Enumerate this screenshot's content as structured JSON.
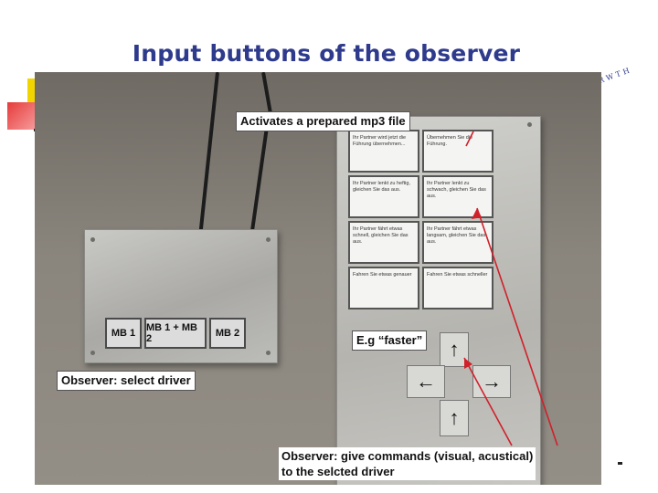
{
  "slide": {
    "title": "Input buttons of the observer",
    "logo_text": "RWTH"
  },
  "box_buttons": [
    {
      "label": "MB 1"
    },
    {
      "label": "MB 1 + MB 2"
    },
    {
      "label": "MB 2"
    }
  ],
  "panel_cells": [
    {
      "text": "Ihr Partner wird jetzt die Führung übernehmen..."
    },
    {
      "text": "Übernehmen Sie die Führung."
    },
    {
      "text": "Ihr Partner lenkt zu heftig, gleichen Sie das aus."
    },
    {
      "text": "Ihr Partner lenkt zu schwach, gleichen Sie das aus."
    },
    {
      "text": "Ihr Partner fährt etwas schnell, gleichen Sie das aus."
    },
    {
      "text": "Ihr Partner fährt etwas langsam, gleichen Sie das aus."
    },
    {
      "text": "Fahren Sie etwas genauer"
    },
    {
      "text": "Fahren Sie etwas schneller"
    }
  ],
  "arrows": {
    "up": "↑",
    "left": "←",
    "right": "→",
    "down": "↑"
  },
  "callouts": {
    "mp3": "Activates a prepared mp3 file",
    "faster": "E.g “faster”",
    "select_driver": "Observer: select driver",
    "commands_line1": "Observer: give commands (visual, acustical)",
    "commands_line2": "to the selcted driver"
  },
  "colors": {
    "title": "#2e3a8c",
    "pointer": "#d0202a"
  }
}
